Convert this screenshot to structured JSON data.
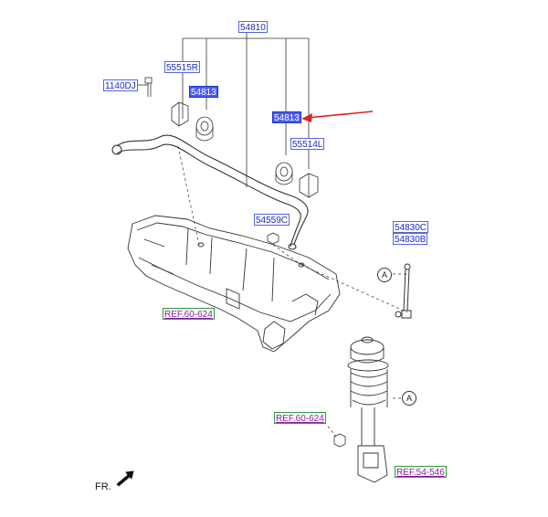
{
  "diagram": {
    "part_labels": {
      "assembly": "54810",
      "bushing_right": "55515R",
      "bolt": "1140DJ",
      "bracket_right": "54813",
      "bracket_left_selected": "54813",
      "bushing_left": "55514L",
      "nut": "54559C",
      "link_a": "54830C",
      "link_b": "54830B"
    },
    "ref_labels": {
      "crossmember_ref": "REF.60-624",
      "strut_mount_ref": "REF.60-624",
      "strut_ref": "REF.54-546"
    },
    "callouts": [
      "A",
      "A"
    ],
    "direction_label": "FR.",
    "colors": {
      "label_text": "#1a2bbf",
      "label_border": "#5566dd",
      "highlight": "#4a5cf0",
      "ref_text": "#8a1aa8",
      "ref_border": "#2d9a3a",
      "arrow": "#e02020",
      "line": "#333333"
    }
  }
}
